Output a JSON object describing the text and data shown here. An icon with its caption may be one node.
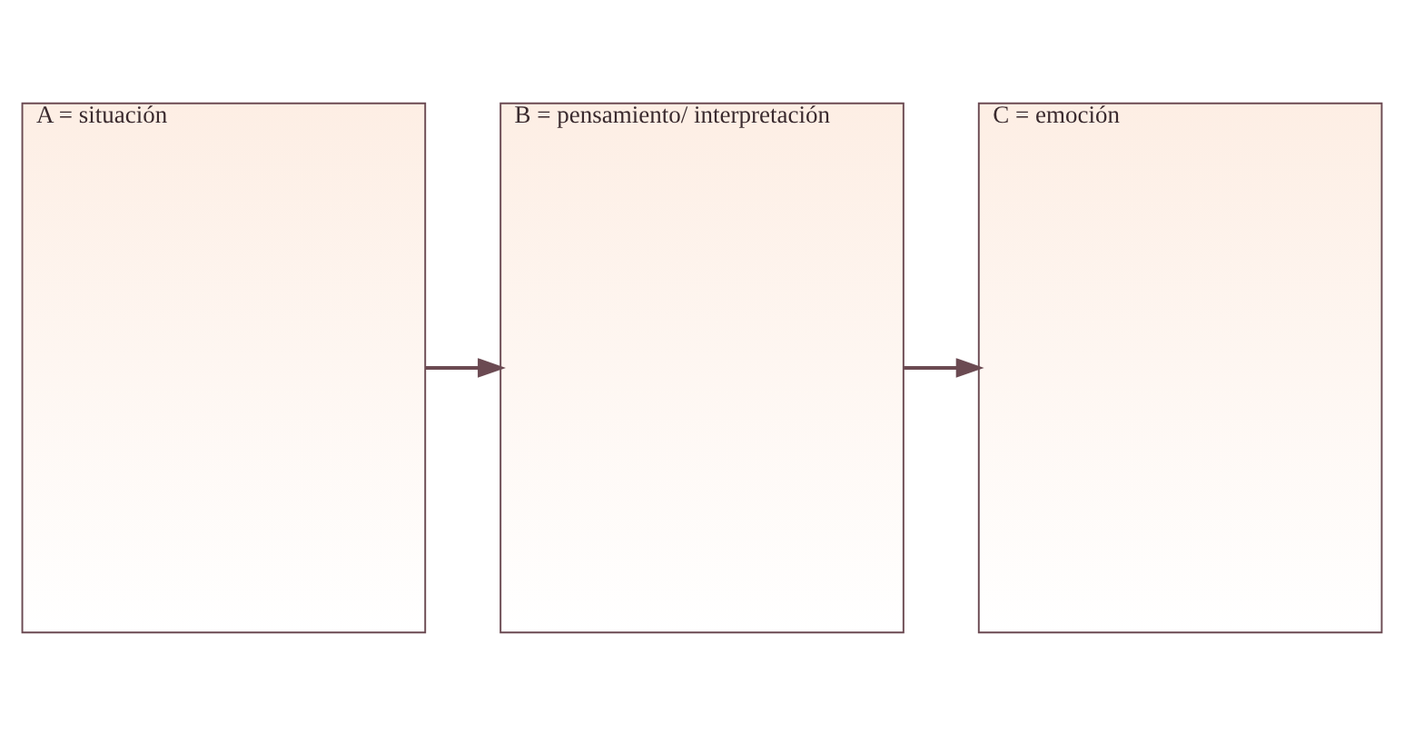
{
  "diagram": {
    "nodes": [
      {
        "text": [
          "A = situación"
        ]
      },
      {
        "text": [
          "B = pensamiento/ interpretación"
        ]
      },
      {
        "text": [
          "C = emoción"
        ]
      }
    ],
    "edges": [
      {
        "from": 0,
        "to": 1,
        "arrow": "to"
      },
      {
        "from": 1,
        "to": 2,
        "arrow": "to"
      }
    ]
  }
}
